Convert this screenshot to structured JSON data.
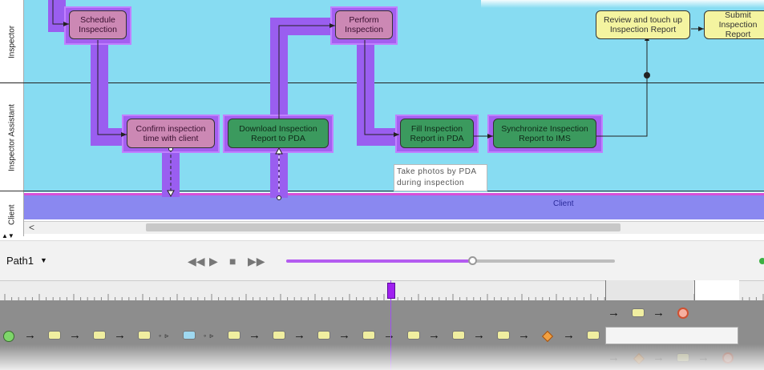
{
  "lanes": {
    "inspector": "Inspector",
    "inspector_assistant": "Inspector Assistant",
    "client": "Client",
    "client_band_label": "Client"
  },
  "nodes": {
    "schedule": "Schedule Inspection",
    "perform": "Perform Inspection",
    "review": "Review and touch up Inspection Report",
    "submit": "Submit Inspection Report",
    "confirm": "Confirm inspection time with client",
    "download": "Download Inspection Report to PDA",
    "fill": "Fill Inspection Report in PDA",
    "sync": "Synchronize Inspection Report to IMS"
  },
  "note": "Take photos by PDA during inspection",
  "scrollbar": {
    "left_arrow": "<"
  },
  "player": {
    "path_name": "Path1",
    "caret": "▼",
    "rewind": "◀◀",
    "play": "▶",
    "stop": "■",
    "forward": "▶▶",
    "progress": 0.56
  },
  "colors": {
    "lane_bg": "#87dcf2",
    "client_band": "#8a88f0",
    "path_highlight": "#9a5ef0",
    "pink_node": "#cc88b4",
    "green_node": "#3b9a5e",
    "yellow_node": "#f4f4a0",
    "progress_fill": "#b45cf0"
  },
  "timeline": {
    "arrow": "→",
    "dashed_arrow": "◦ ▹",
    "corner": "▲▼"
  }
}
